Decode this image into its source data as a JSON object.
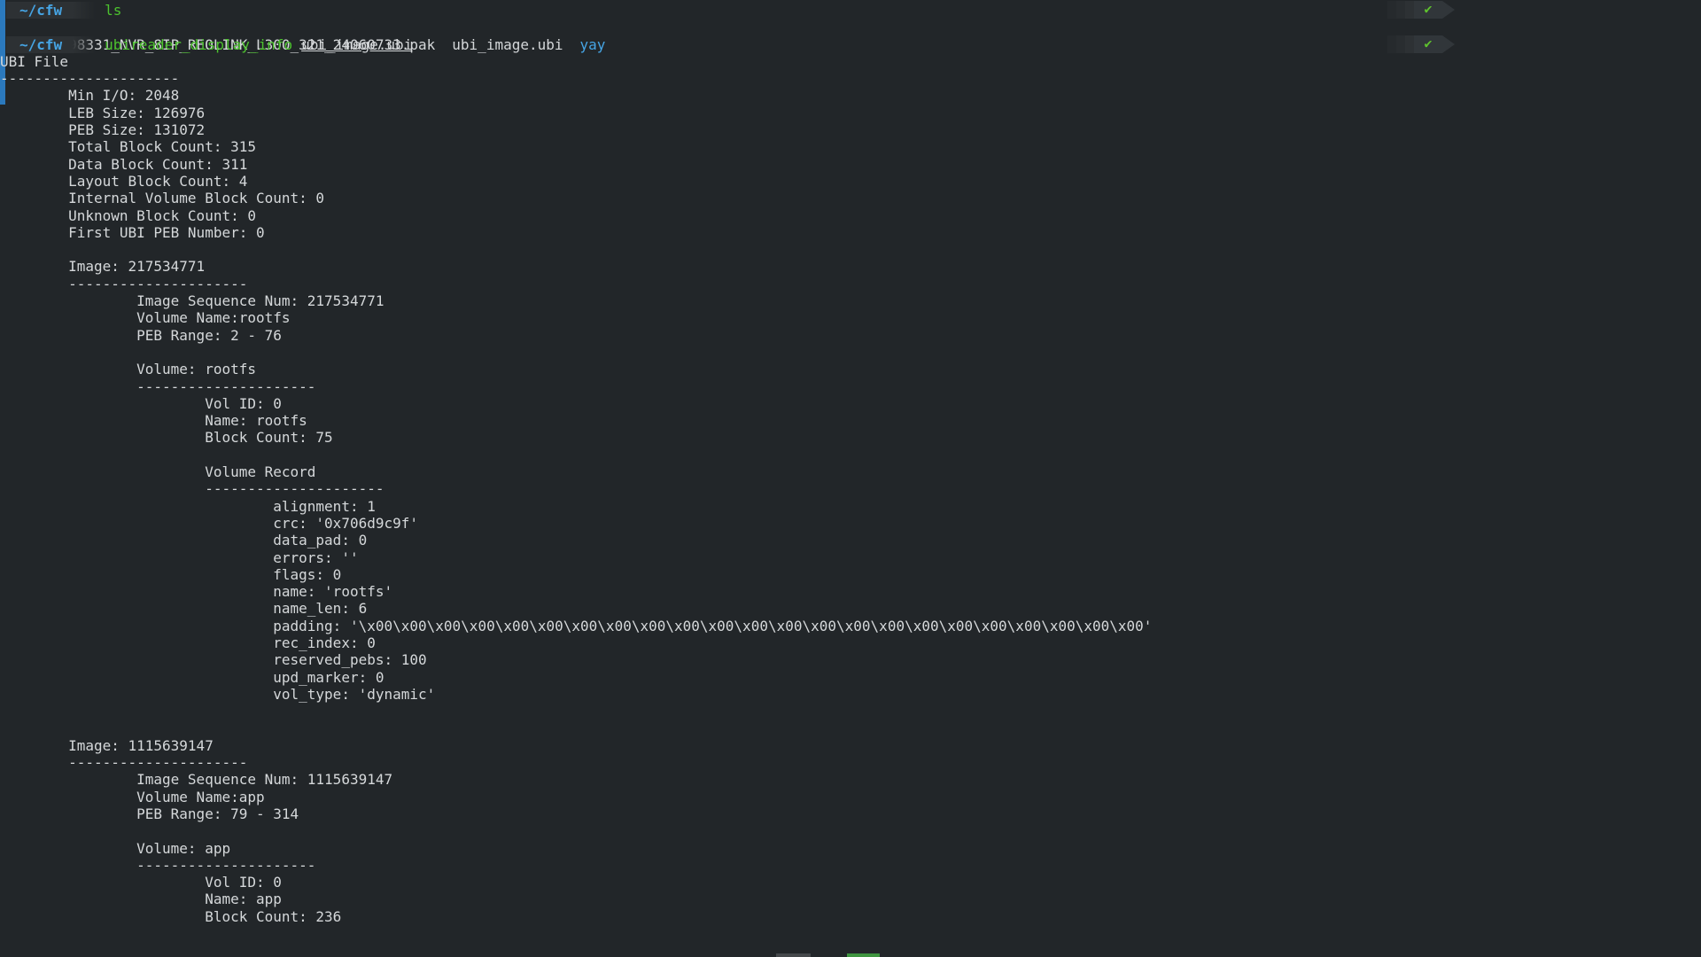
{
  "theme": {
    "background": "#222629",
    "foreground": "#d5d8da",
    "accent_blue": "#46a5e5",
    "command_green": "#4cc22e",
    "chip_bg": "#2d3134",
    "badge_bg": "#31363a",
    "check_green": "#5ec22d",
    "scroll_bar_blue": "#2b79bd",
    "bottom_gray": "#45484b",
    "bottom_green": "#3f9540"
  },
  "icons": {
    "success_check": "✔"
  },
  "terminal": {
    "prompt_label": "~/cfw",
    "commands": [
      {
        "command": "ls",
        "args": "",
        "status": "success"
      },
      {
        "command": "ubireader_display_info",
        "args": "ubi_image.ubi",
        "status": "success"
      }
    ],
    "ls_output": {
      "file_1": "NT98331_NVR_8IP_REOLINK_L300_321_24060733.pak",
      "file_2": "ubi_image.ubi",
      "dir_1": "yay"
    },
    "ubireader_output": {
      "lines": [
        "UBI File",
        "---------------------",
        "        Min I/O: 2048",
        "        LEB Size: 126976",
        "        PEB Size: 131072",
        "        Total Block Count: 315",
        "        Data Block Count: 311",
        "        Layout Block Count: 4",
        "        Internal Volume Block Count: 0",
        "        Unknown Block Count: 0",
        "        First UBI PEB Number: 0",
        "",
        "        Image: 217534771",
        "        ---------------------",
        "                Image Sequence Num: 217534771",
        "                Volume Name:rootfs",
        "                PEB Range: 2 - 76",
        "",
        "                Volume: rootfs",
        "                ---------------------",
        "                        Vol ID: 0",
        "                        Name: rootfs",
        "                        Block Count: 75",
        "",
        "                        Volume Record",
        "                        ---------------------",
        "                                alignment: 1",
        "                                crc: '0x706d9c9f'",
        "                                data_pad: 0",
        "                                errors: ''",
        "                                flags: 0",
        "                                name: 'rootfs'",
        "                                name_len: 6",
        "                                padding: '\\x00\\x00\\x00\\x00\\x00\\x00\\x00\\x00\\x00\\x00\\x00\\x00\\x00\\x00\\x00\\x00\\x00\\x00\\x00\\x00\\x00\\x00\\x00'",
        "                                rec_index: 0",
        "                                reserved_pebs: 100",
        "                                upd_marker: 0",
        "                                vol_type: 'dynamic'",
        "",
        "",
        "        Image: 1115639147",
        "        ---------------------",
        "                Image Sequence Num: 1115639147",
        "                Volume Name:app",
        "                PEB Range: 79 - 314",
        "",
        "                Volume: app",
        "                ---------------------",
        "                        Vol ID: 0",
        "                        Name: app",
        "                        Block Count: 236"
      ]
    }
  }
}
